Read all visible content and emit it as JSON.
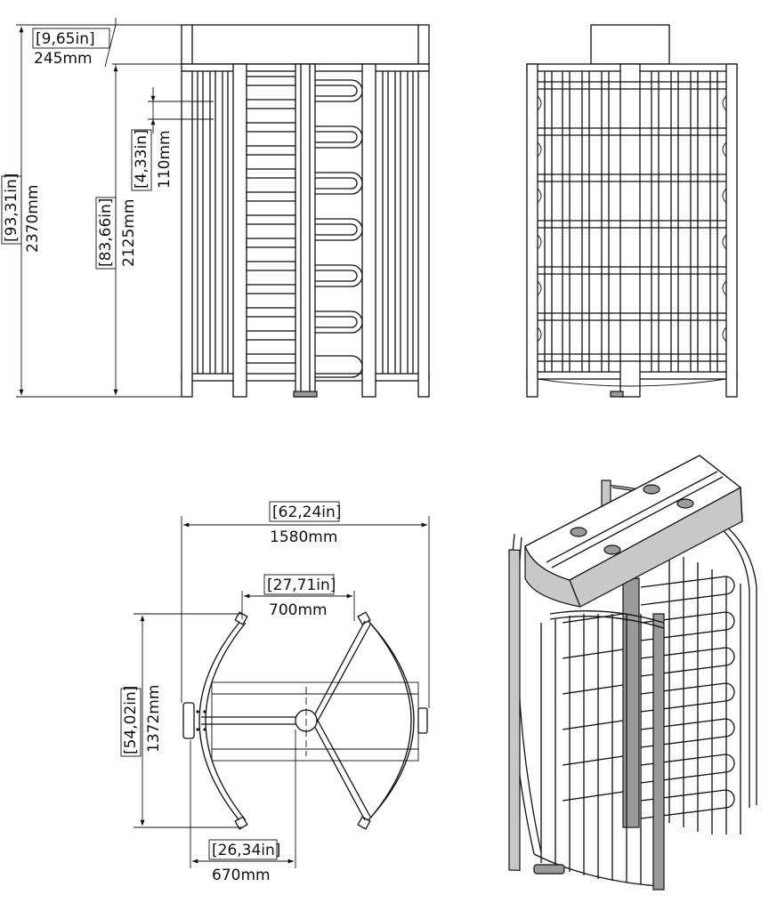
{
  "dimensions": {
    "top_height_in": "[9,65in]",
    "top_height_mm": "245mm",
    "total_height_in": "[93,31in]",
    "total_height_mm": "2370mm",
    "body_height_in": "[83,66in]",
    "body_height_mm": "2125mm",
    "bar_pitch_in": "[4,33in]",
    "bar_pitch_mm": "110mm",
    "total_width_in": "[62,24in]",
    "total_width_mm": "1580mm",
    "passage_width_in": "[27,71in]",
    "passage_width_mm": "700mm",
    "depth_in": "[54,02in]",
    "depth_mm": "1372mm",
    "half_width_in": "[26,34in]",
    "half_width_mm": "670mm"
  }
}
